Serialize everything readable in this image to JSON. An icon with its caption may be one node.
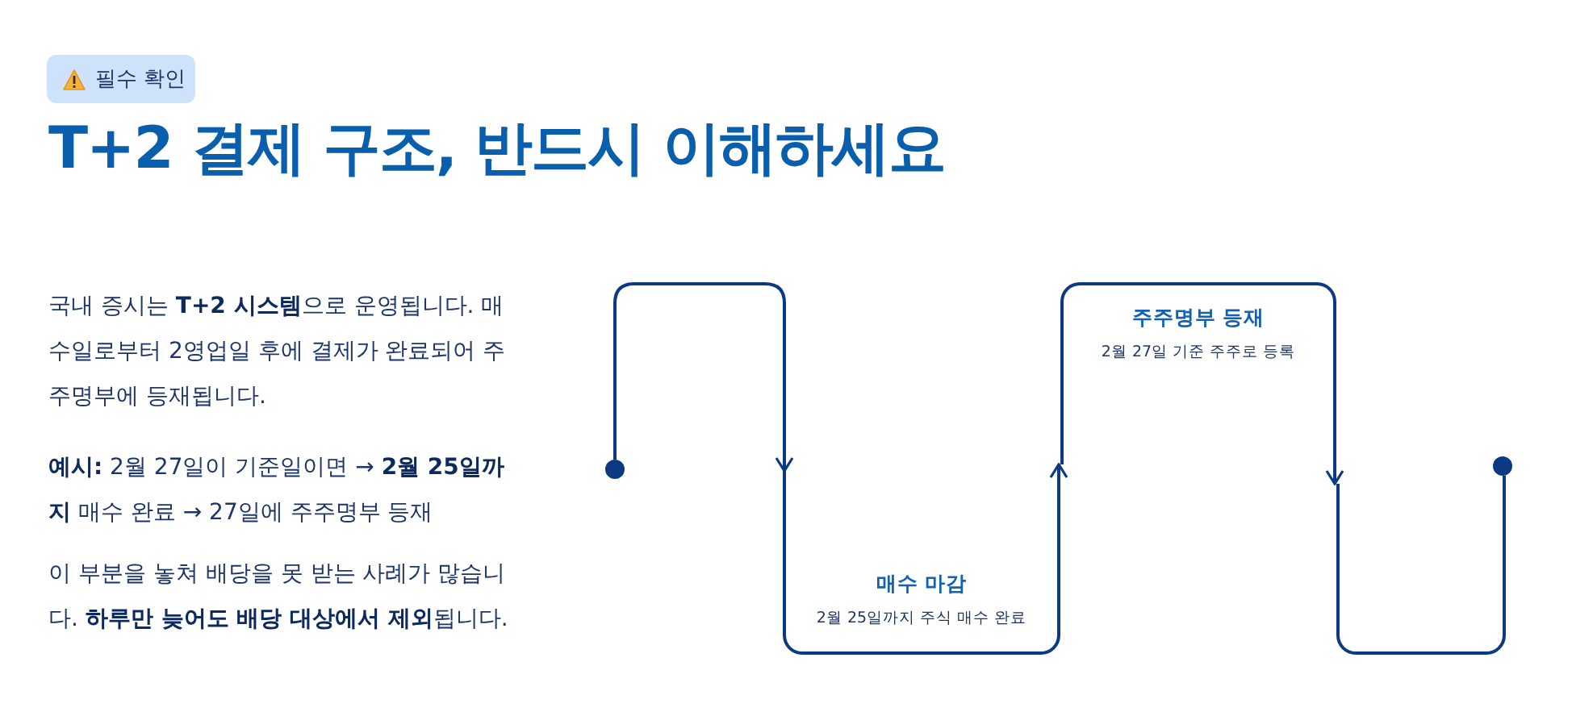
{
  "diagram": {
    "title": "T+2 결제 구조, 반드시 이해하세요",
    "nodes": [
      {
        "text": [
          "필수 확인"
        ]
      },
      {
        "text": [],
        "shape": "circle"
      },
      {
        "text": [
          "매수 마감",
          "2월 25일까지 주식 매수 완료"
        ]
      },
      {
        "text": [
          "주주명부 등재",
          "2월 27일 기준 주주로 등록"
        ]
      },
      {
        "text": [],
        "shape": "box"
      },
      {
        "text": [],
        "shape": "circle"
      }
    ],
    "edges": [
      {
        "from": 1,
        "to": 2,
        "arrow": "to"
      },
      {
        "from": 2,
        "to": 3,
        "arrow": "to"
      },
      {
        "from": 3,
        "to": 4,
        "arrow": "to"
      },
      {
        "from": 4,
        "to": 5,
        "arrow": "none"
      }
    ],
    "labels": [
      "국내 증시는 **T+2 시스템**으로 운영됩니다. 매수일로부터 2영업일 후에 결제가 완료되어 주주명부에 등재됩니다.",
      "**예시:** 2월 27일이 기준일이면 → **2월 25일까지** 매수 완료 → 27일에 주주명부 등재",
      "이 부분을 놓쳐 배당을 못 받는 사례가 많습니다. **하루만 늦어도 배당 대상에서 제외**됩니다."
    ]
  }
}
